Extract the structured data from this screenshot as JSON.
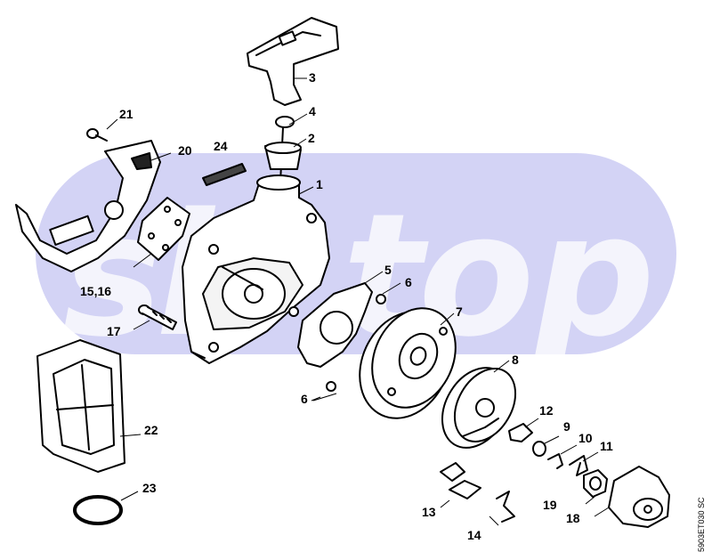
{
  "watermark": {
    "text": "stihl-shop-style watermark",
    "color": "#c9c9f2"
  },
  "callouts": {
    "c1": "1",
    "c2": "2",
    "c3": "3",
    "c4": "4",
    "c5": "5",
    "c6a": "6",
    "c6b": "6",
    "c7": "7",
    "c8": "8",
    "c9": "9",
    "c10": "10",
    "c11": "11",
    "c12": "12",
    "c13": "13",
    "c14": "14",
    "c1516": "15,16",
    "c17": "17",
    "c18": "18",
    "c19": "19",
    "c20": "20",
    "c21": "21",
    "c22": "22",
    "c23": "23",
    "c24": "24"
  },
  "drawing_code": "5903ET030 SC"
}
